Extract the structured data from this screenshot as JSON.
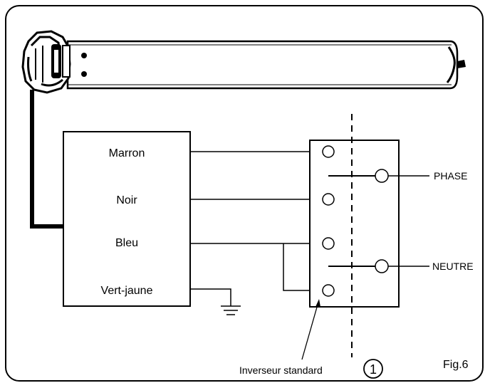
{
  "terminal_labels": {
    "marron": "Marron",
    "noir": "Noir",
    "bleu": "Bleu",
    "vert_jaune": "Vert-jaune"
  },
  "line_labels": {
    "phase": "PHASE",
    "neutre": "NEUTRE"
  },
  "switch_caption": "Inverseur standard",
  "marker": "1",
  "figure_label": "Fig.6"
}
